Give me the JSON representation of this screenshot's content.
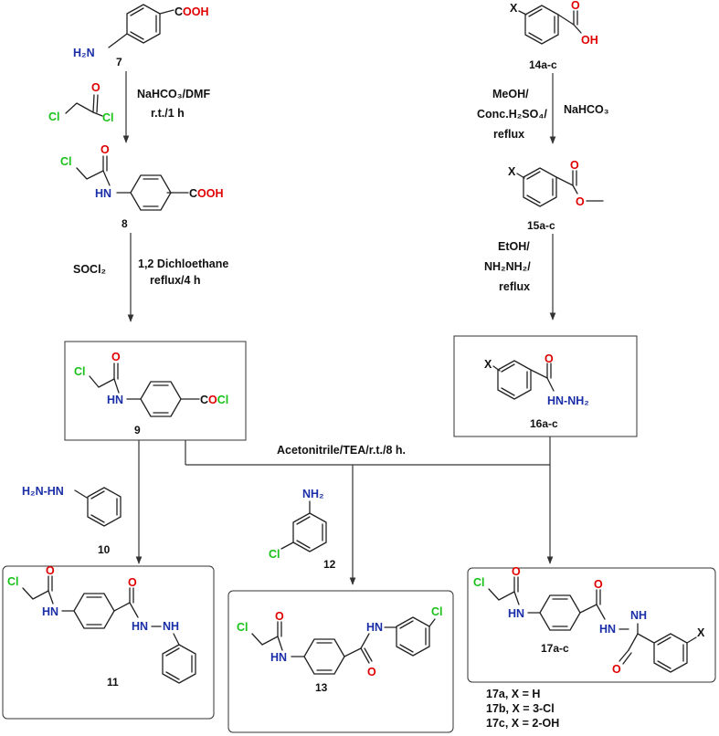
{
  "colors": {
    "chlorine": "#19c219",
    "oxygen": "#e00000",
    "nitrogen": "#1a2ea8",
    "carbon_bond": "#222222"
  },
  "compounds": {
    "c7": {
      "label": "7",
      "groups": {
        "cooh_c": "C",
        "cooh_rest": "OOH",
        "nh2": "H₂N"
      }
    },
    "cac": {
      "groups": {
        "cl1": "Cl",
        "o": "O",
        "cl2": "Cl"
      }
    },
    "c8": {
      "label": "8",
      "groups": {
        "cl": "Cl",
        "o": "O",
        "nh": "HN",
        "cooh_c": "C",
        "cooh_rest": "OOH"
      }
    },
    "c9": {
      "label": "9",
      "groups": {
        "cl": "Cl",
        "o": "O",
        "nh": "HN",
        "cocl_c": "C",
        "cocl_o": "O",
        "cocl_cl": "Cl"
      }
    },
    "c10": {
      "label": "10",
      "groups": {
        "hydrazine": "H₂N-HN"
      }
    },
    "c11": {
      "label": "11",
      "groups": {
        "cl": "Cl",
        "o1": "O",
        "nh": "HN",
        "o2": "O",
        "hn1": "HN",
        "nh2": "NH"
      }
    },
    "c12": {
      "label": "12",
      "groups": {
        "nh2": "NH₂",
        "cl": "Cl"
      }
    },
    "c13": {
      "label": "13",
      "groups": {
        "cl1": "Cl",
        "o1": "O",
        "nh1": "HN",
        "o2": "O",
        "hn2": "HN",
        "cl2": "Cl"
      }
    },
    "c14": {
      "label": "14a-c",
      "groups": {
        "x": "X",
        "o": "O",
        "oh": "OH"
      }
    },
    "c15": {
      "label": "15a-c",
      "groups": {
        "x": "X",
        "o1": "O",
        "o2": "O"
      }
    },
    "c16": {
      "label": "16a-c",
      "groups": {
        "x": "X",
        "o": "O",
        "hydrazide": "HN-NH₂"
      }
    },
    "c17": {
      "label": "17a-c",
      "groups": {
        "cl": "Cl",
        "o1": "O",
        "nh": "HN",
        "o2": "O",
        "hn1": "HN",
        "nh2": "NH",
        "o3": "O",
        "x": "X"
      }
    }
  },
  "conditions": {
    "step1_a": "NaHCO₃/DMF",
    "step1_b": "r.t./1 h",
    "step2_a": "SOCl₂",
    "step2_b": "1,2 Dichloethane",
    "step2_c": "reflux/4 h",
    "step3_a": "MeOH/",
    "step3_b": "Conc.H₂SO₄/",
    "step3_c": "reflux",
    "step3_d": "NaHCO₃",
    "step4_a": "EtOH/",
    "step4_b": "NH₂NH₂/",
    "step4_c": "reflux",
    "coupling": "Acetonitrile/TEA/r.t./8 h."
  },
  "variants": [
    "17a, X = H",
    "17b, X = 3-Cl",
    "17c, X = 2-OH"
  ]
}
